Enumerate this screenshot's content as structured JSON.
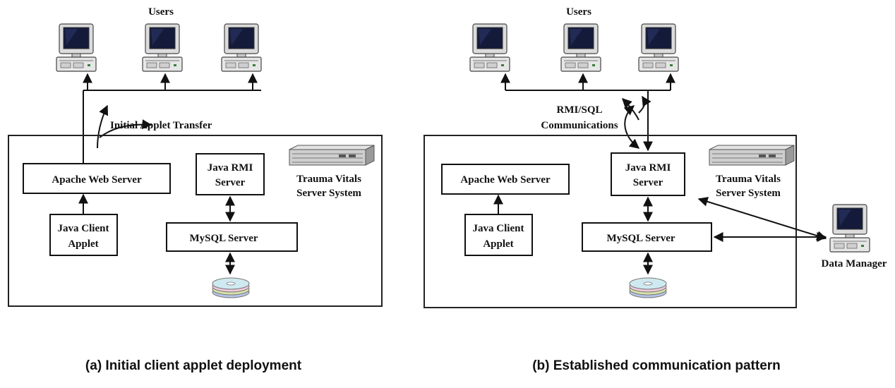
{
  "panel_a": {
    "users_label": "Users",
    "transfer_label": "Initial Applet Transfer",
    "apache_label": "Apache Web Server",
    "java_client_line1": "Java Client",
    "java_client_line2": "Applet",
    "java_rmi_line1": "Java RMI",
    "java_rmi_line2": "Server",
    "mysql_label": "MySQL Server",
    "server_system_line1": "Trauma Vitals",
    "server_system_line2": "Server System",
    "caption": "(a) Initial client applet deployment"
  },
  "panel_b": {
    "users_label": "Users",
    "comm_line1": "RMI/SQL",
    "comm_line2": "Communications",
    "apache_label": "Apache Web Server",
    "java_client_line1": "Java Client",
    "java_client_line2": "Applet",
    "java_rmi_line1": "Java RMI",
    "java_rmi_line2": "Server",
    "mysql_label": "MySQL Server",
    "server_system_line1": "Trauma Vitals",
    "server_system_line2": "Server System",
    "data_manager_label": "Data Manager",
    "caption": "(b) Established communication pattern"
  }
}
